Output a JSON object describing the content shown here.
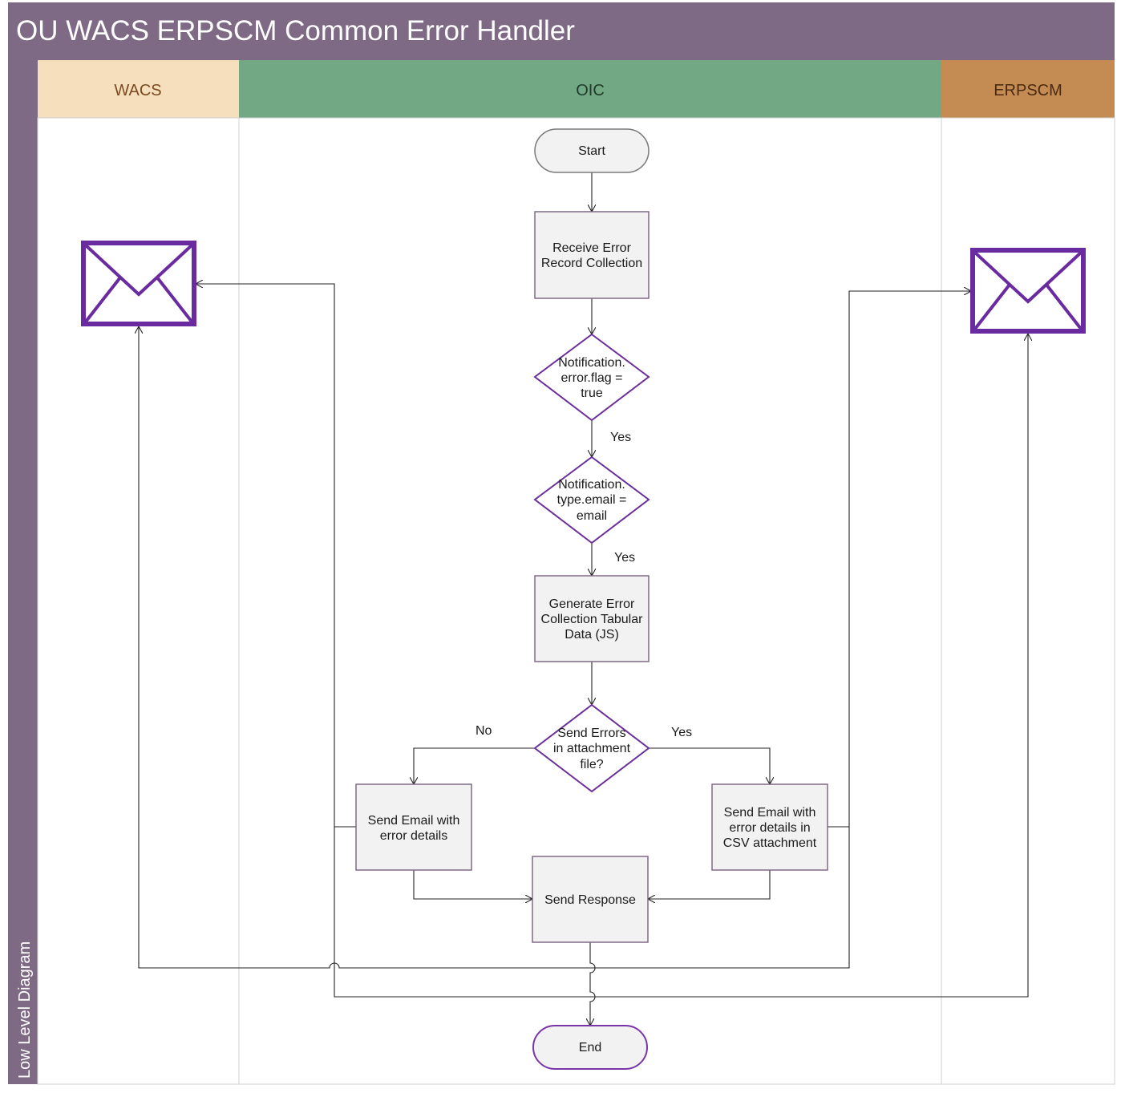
{
  "title": "OU WACS ERPSCM Common Error Handler",
  "side_label": "Low Level Diagram",
  "lanes": [
    {
      "label": "WACS",
      "header_color": "#f5dfbd",
      "text_color": "#7b4a22"
    },
    {
      "label": "OIC",
      "header_color": "#72a883",
      "text_color": "#1f3a2a"
    },
    {
      "label": "ERPSCM",
      "header_color": "#c48c52",
      "text_color": "#4a2a10"
    }
  ],
  "colors": {
    "title_bar": "#7f6a86",
    "lane_border": "#cccccc",
    "terminal_stroke": "#7a7a7a",
    "terminal_end_stroke": "#7a35a8",
    "process_fill": "#f2f2f2",
    "process_stroke": "#7f6a86",
    "decision_stroke": "#6a2f9a",
    "envelope": "#6a2aa0",
    "connector": "#222222"
  },
  "icons": [
    "envelope-icon",
    "envelope-icon"
  ],
  "nodes": {
    "start": [
      "Start"
    ],
    "receive": [
      "Receive Error",
      "Record Collection"
    ],
    "decision_flag": [
      "Notification.",
      "error.flag =",
      "true"
    ],
    "decision_type": [
      "Notification.",
      "type.email =",
      "email"
    ],
    "generate": [
      "Generate Error",
      "Collection Tabular",
      "Data (JS)"
    ],
    "decision_attach": [
      "Send Errors",
      "in attachment",
      "file?"
    ],
    "email_plain": [
      "Send Email with",
      "error details"
    ],
    "email_csv": [
      "Send Email with",
      "error details in",
      "CSV attachment"
    ],
    "response": [
      "Send Response"
    ],
    "end": [
      "End"
    ]
  },
  "edge_labels": {
    "yes_1": "Yes",
    "yes_2": "Yes",
    "no": "No",
    "yes_3": "Yes"
  }
}
